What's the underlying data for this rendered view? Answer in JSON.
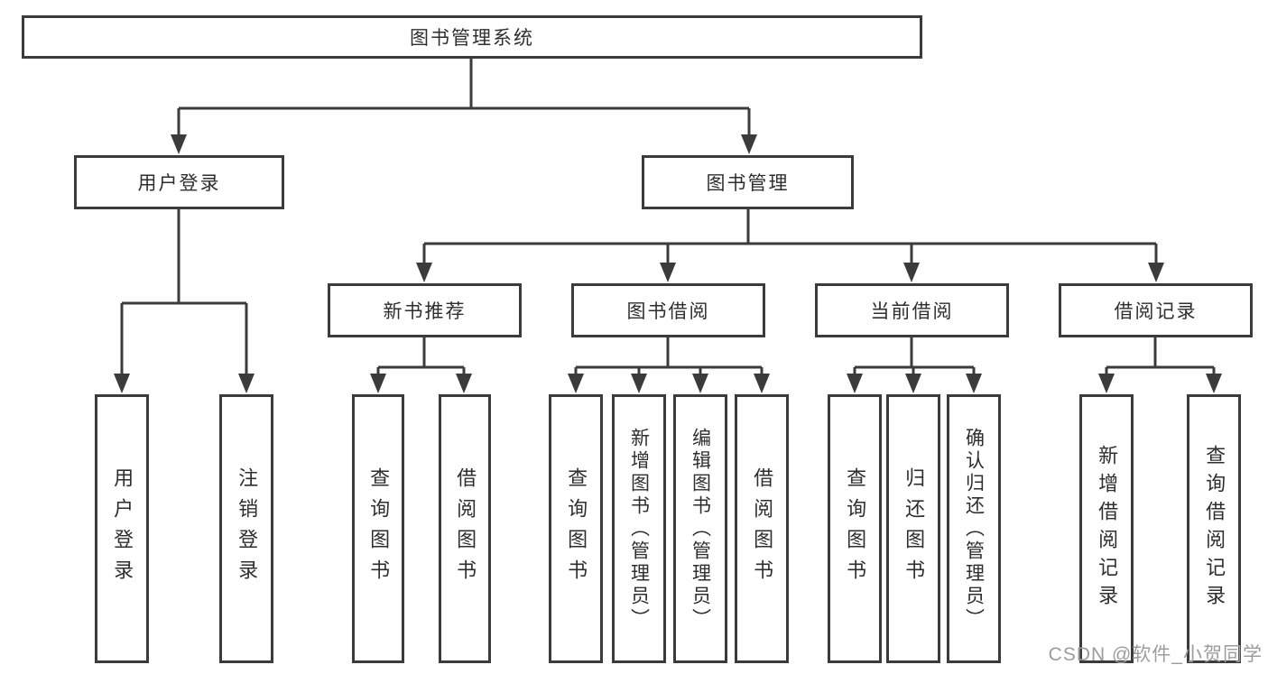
{
  "colors": {
    "line": "#3b3b3b",
    "text": "#2e2e2e",
    "watermark": "#9c9c9c",
    "background": "#ffffff"
  },
  "watermark": "CSDN @软件_小贺同学",
  "tree": {
    "root": {
      "label": "图书管理系统"
    },
    "branches": [
      {
        "label": "用户登录",
        "children": [
          {
            "label": "用户登录"
          },
          {
            "label": "注销登录"
          }
        ]
      },
      {
        "label": "图书管理",
        "groups": [
          {
            "label": "新书推荐",
            "children": [
              {
                "label": "查询图书"
              },
              {
                "label": "借阅图书"
              }
            ]
          },
          {
            "label": "图书借阅",
            "children": [
              {
                "label": "查询图书"
              },
              {
                "label": "新增图书（管理员）"
              },
              {
                "label": "编辑图书（管理员）"
              },
              {
                "label": "借阅图书"
              }
            ]
          },
          {
            "label": "当前借阅",
            "children": [
              {
                "label": "查询图书"
              },
              {
                "label": "归还图书"
              },
              {
                "label": "确认归还（管理员）"
              }
            ]
          },
          {
            "label": "借阅记录",
            "children": [
              {
                "label": "新增借阅记录"
              },
              {
                "label": "查询借阅记录"
              }
            ]
          }
        ]
      }
    ]
  }
}
